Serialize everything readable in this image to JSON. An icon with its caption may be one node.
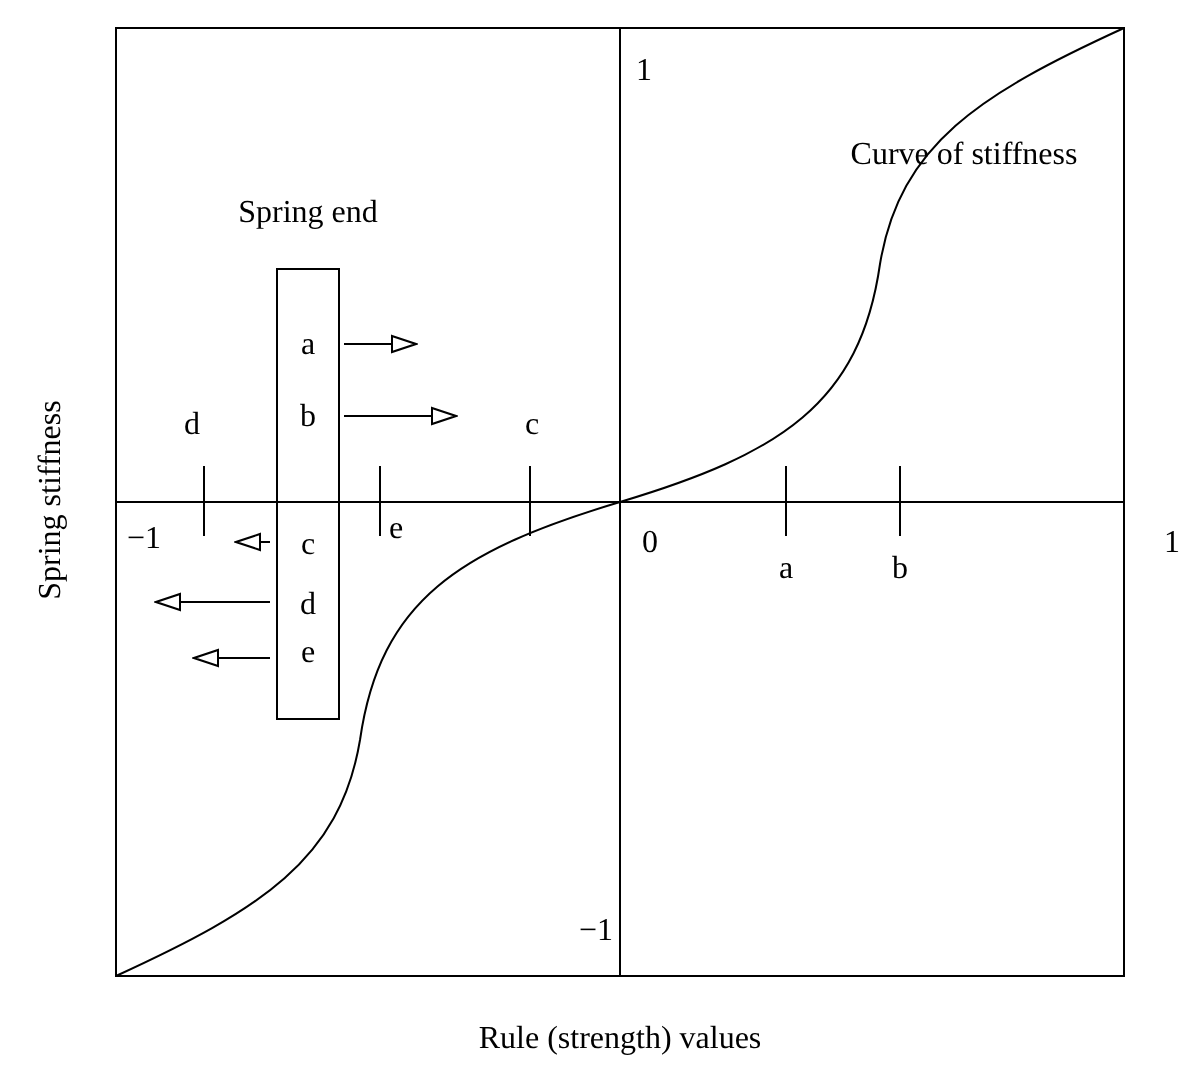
{
  "diagram": {
    "nodes": [
      {
        "text": [
          "Spring end",
          "a",
          "b",
          "c",
          "d",
          "e"
        ]
      }
    ],
    "edges": [],
    "labels": [
      "1",
      "Curve of stiffness",
      "d",
      "c",
      "−1",
      "e",
      "0",
      "a",
      "b",
      "1",
      "−1",
      "Spring stiffness",
      "Rule (strength) values"
    ]
  }
}
